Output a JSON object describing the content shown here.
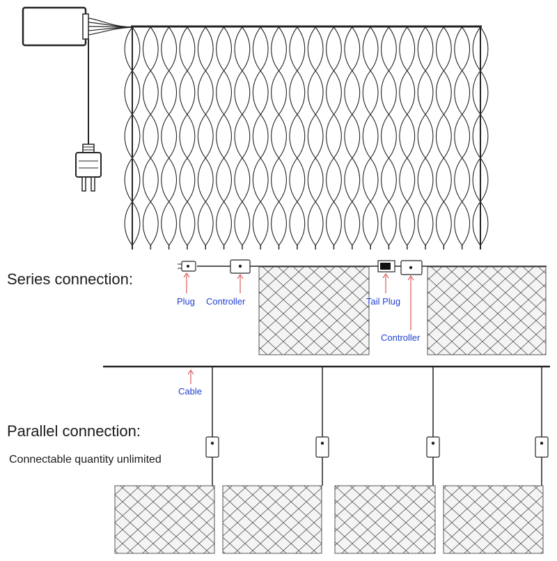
{
  "headings": {
    "series": "Series connection:",
    "parallel": "Parallel connection:",
    "parallel_note": "Connectable quantity unlimited"
  },
  "callouts": {
    "plug": "Plug",
    "controller_1": "Controller",
    "tail_plug": "Tail Plug",
    "controller_2": "Controller",
    "cable": "Cable"
  },
  "colors": {
    "callout_text": "#1f3fd0",
    "arrow": "#d43a3a",
    "line": "#222222",
    "net_outline": "#555555",
    "net_mesh": "#4a4a4a",
    "net_bg": "#f4f4f4"
  },
  "parallel_panel_count": 4,
  "icons": [
    "power-adapter-box",
    "power-plug",
    "controller-box",
    "tail-plug",
    "plug-connector"
  ]
}
